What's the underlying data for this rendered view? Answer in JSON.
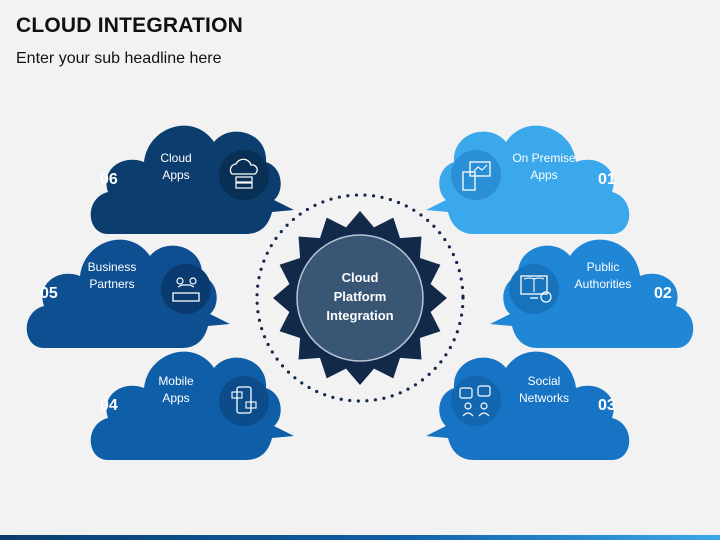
{
  "title": "CLOUD INTEGRATION",
  "subtitle": "Enter your sub headline here",
  "center": {
    "label": "Cloud\nPlatform\nIntegration"
  },
  "items": [
    {
      "number": "01",
      "label": "On Premise\nApps",
      "icon": "office-building-monitor-icon",
      "color": "#3aa8ea"
    },
    {
      "number": "02",
      "label": "Public\nAuthorities",
      "icon": "monitor-book-icon",
      "color": "#1f87d6"
    },
    {
      "number": "03",
      "label": "Social\nNetworks",
      "icon": "social-network-icon",
      "color": "#1773c4"
    },
    {
      "number": "04",
      "label": "Mobile\nApps",
      "icon": "mobile-phone-icon",
      "color": "#0f5fa8"
    },
    {
      "number": "05",
      "label": "Business\nPartners",
      "icon": "business-partners-icon",
      "color": "#0d4f91"
    },
    {
      "number": "06",
      "label": "Cloud\nApps",
      "icon": "cloud-server-icon",
      "color": "#0b3d6e"
    }
  ],
  "colors": {
    "center_badge": "#12294a",
    "center_circle": "#3a5675",
    "dots": "#12294a"
  }
}
